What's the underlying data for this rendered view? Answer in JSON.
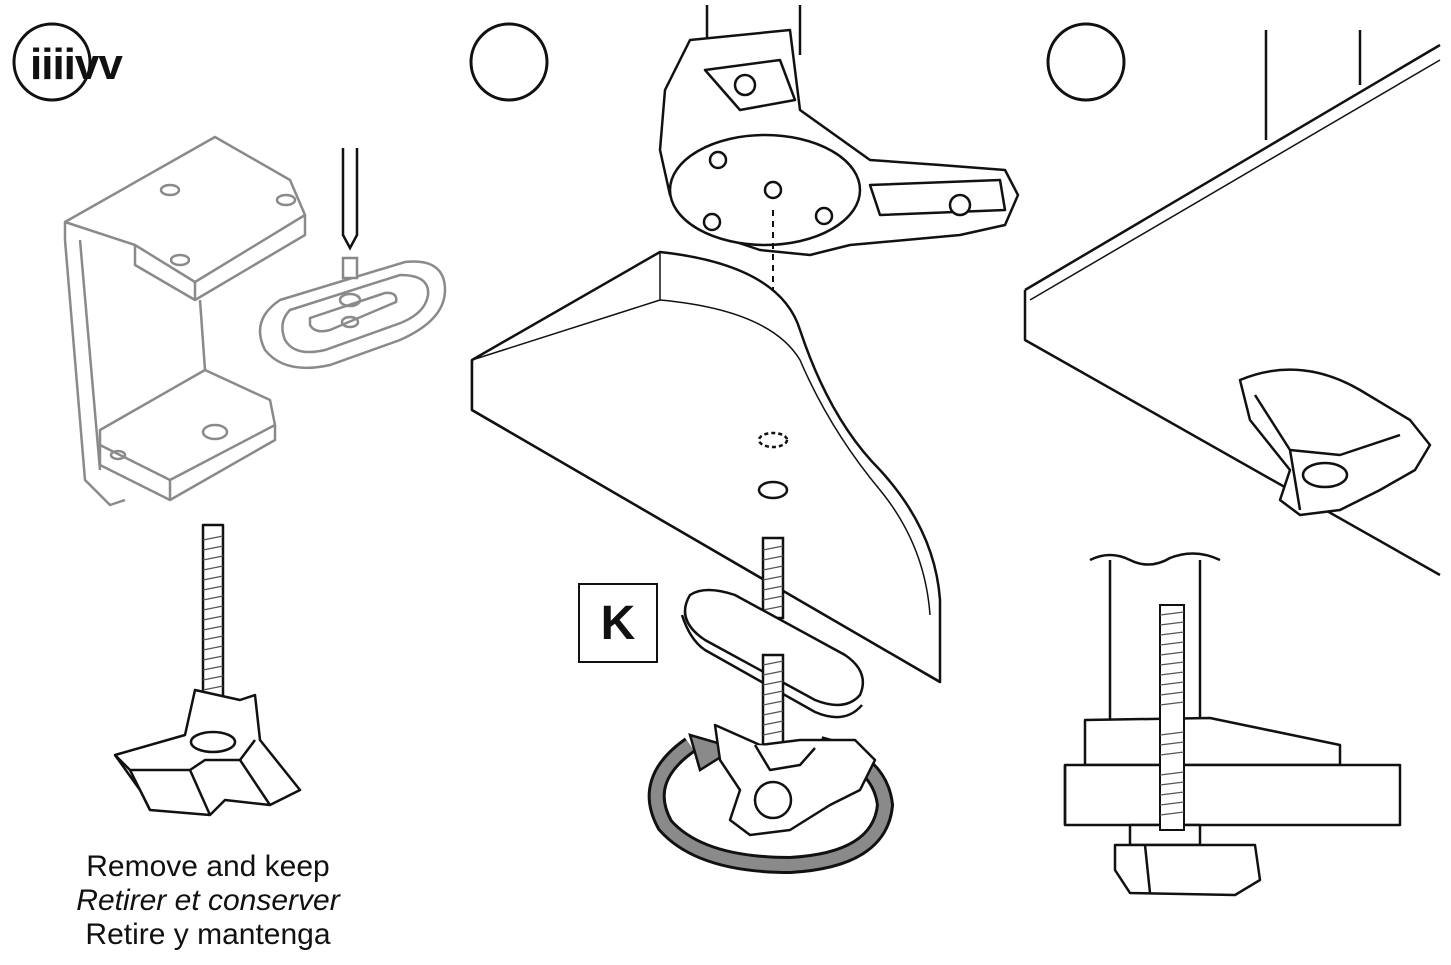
{
  "steps": [
    {
      "label": "iiiivv"
    },
    {
      "label": ""
    },
    {
      "label": ""
    }
  ],
  "caption": {
    "en": "Remove and keep",
    "fr": "Retirer et conserver",
    "es": "Retire y mantenga"
  },
  "part_label": "K",
  "colors": {
    "line": "#111111",
    "light_line": "#888888",
    "arrow_fill": "#8a8a8a"
  }
}
